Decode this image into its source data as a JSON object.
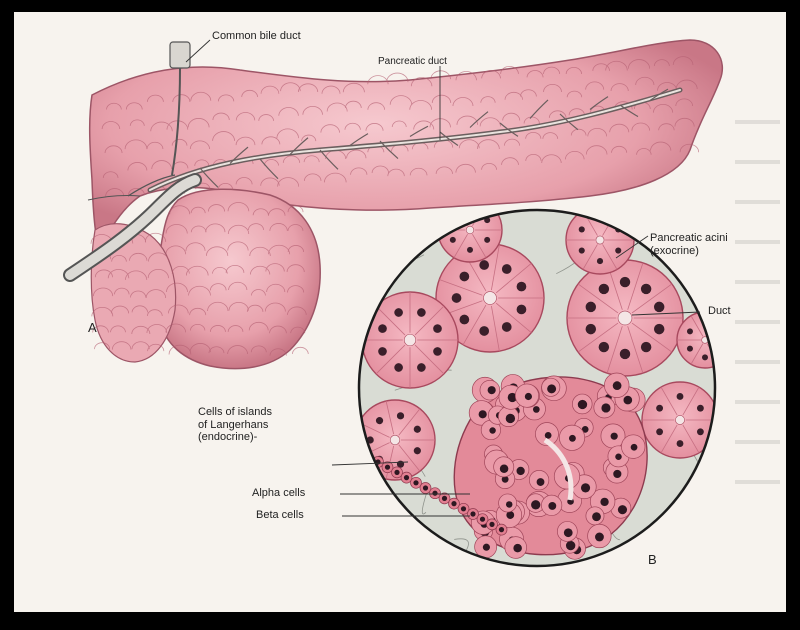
{
  "labels": {
    "common_bile_duct": "Common bile duct",
    "pancreatic_duct": "Pancreatic duct",
    "pancreatic_acini_line1": "Pancreatic acini",
    "pancreatic_acini_line2": "(exocrine)",
    "duct": "Duct",
    "islets_line1": "Cells of islands",
    "islets_line2": "of Langerhans",
    "islets_line3": "(endocrine)-",
    "alpha_cells": "Alpha cells",
    "beta_cells": "Beta cells"
  },
  "panels": {
    "a": "A",
    "b": "B"
  },
  "colors": {
    "background": "#000000",
    "page": "#f7f3ee",
    "tissue": "#e9a7b0",
    "tissue_dark": "#c96f80",
    "nucleus": "#3a1f2a",
    "stroma": "#d9dcd4"
  }
}
